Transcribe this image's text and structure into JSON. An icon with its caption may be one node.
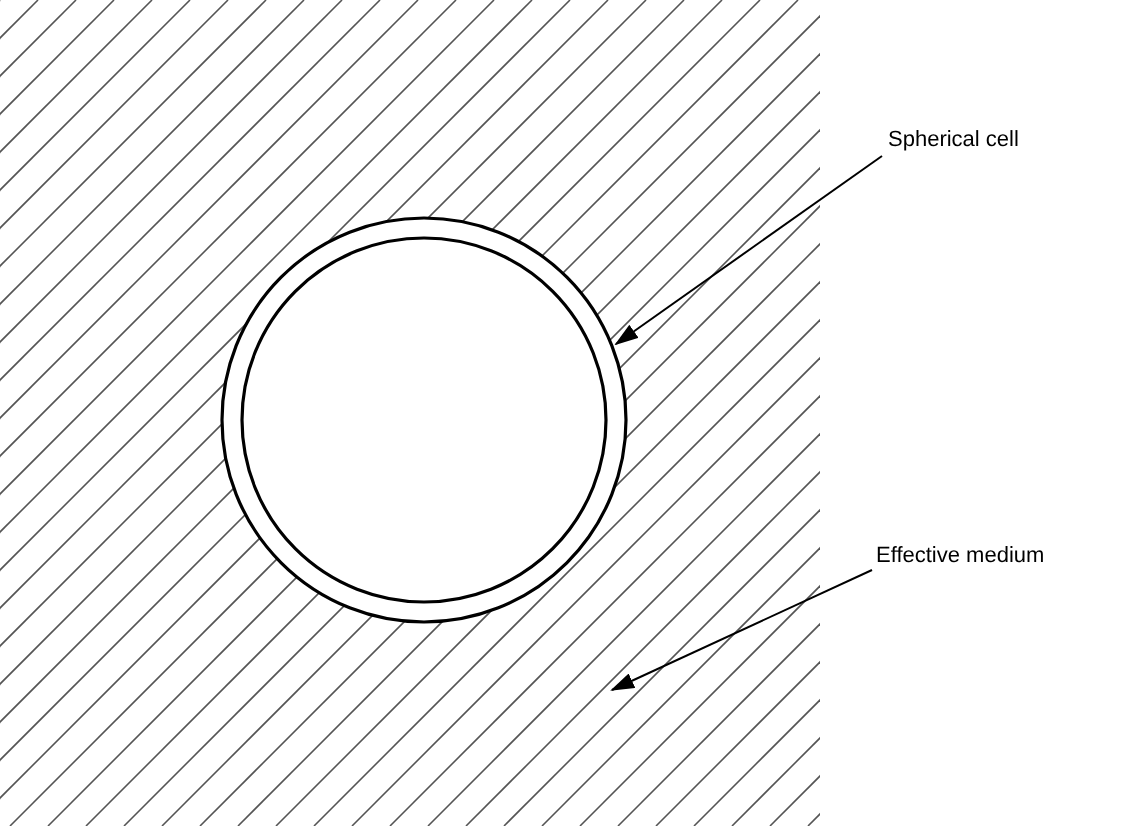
{
  "diagram": {
    "nodes": [
      {
        "text": [],
        "shape": "box"
      },
      {
        "text": [],
        "shape": "circle",
        "in": 0
      },
      {
        "text": [
          "Spherical cell"
        ]
      },
      {
        "text": [
          "Effective medium"
        ]
      }
    ],
    "edges": [
      {
        "from": 2,
        "to": 1,
        "arrow": "to"
      },
      {
        "from": 3,
        "to": 0,
        "arrow": "to"
      }
    ]
  }
}
